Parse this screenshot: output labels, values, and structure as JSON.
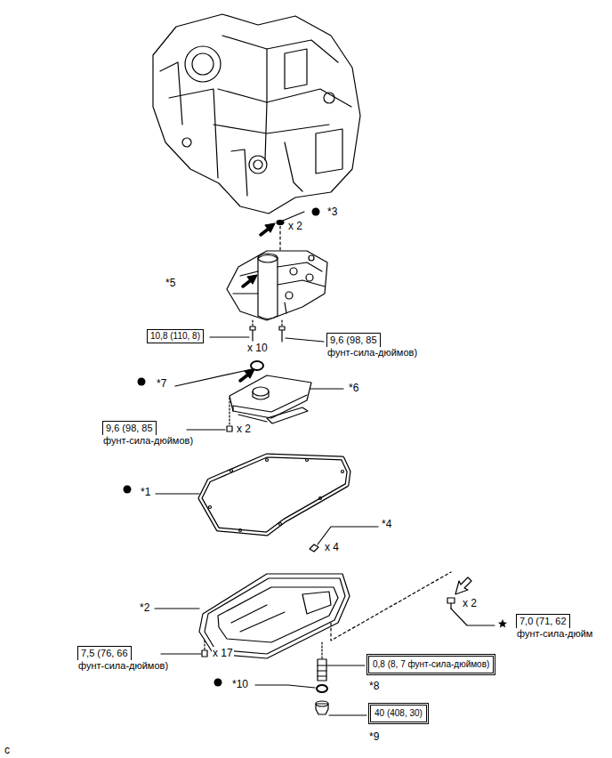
{
  "diagram": {
    "nodes": [
      {
        "text": [
          "10,8 (110, 8)"
        ]
      },
      {
        "text": [
          "9,6 (98, 85",
          "фунт-сила-дюймов)"
        ]
      },
      {
        "text": [
          "9,6 (98, 85",
          "фунт-сила-дюймов)"
        ]
      },
      {
        "text": [
          "7,0 (71, 62",
          "фунт-сила-дюйм"
        ]
      },
      {
        "text": [
          "7,5 (76, 66",
          "фунт-сила-дюймов)"
        ]
      },
      {
        "text": [
          "0,8 (8, 7 фунт-сила-дюймов)"
        ]
      },
      {
        "text": [
          "40 (408, 30)"
        ]
      }
    ],
    "labels": [
      "*3",
      "x 2",
      "*5",
      "x 10",
      "*7",
      "*6",
      "x 2",
      "*1",
      "*4",
      "x 4",
      "*2",
      "x 2",
      "x 17",
      "*8",
      "*10",
      "*9",
      "c"
    ]
  }
}
